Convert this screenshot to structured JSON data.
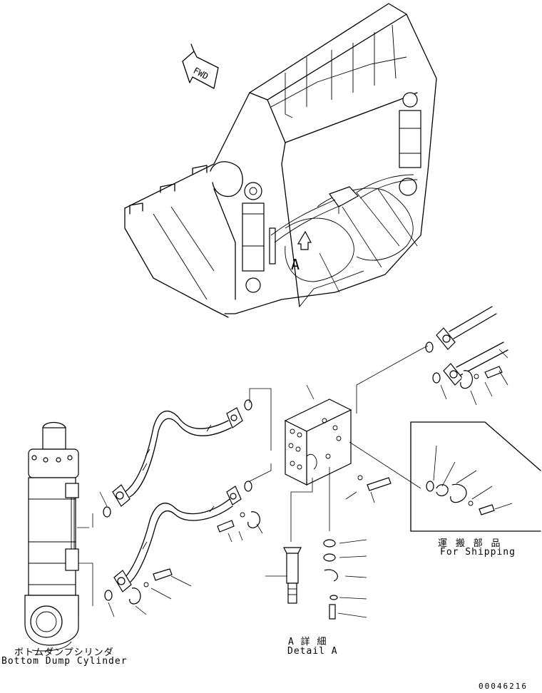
{
  "fwd_label": "FWD",
  "detail_marker": "A",
  "for_shipping": {
    "jp": "運 搬 部 品",
    "en": "For Shipping"
  },
  "detail_a": {
    "jp": "A 詳 細",
    "en": "Detail A"
  },
  "bottom_dump_cylinder": {
    "jp": "ボトムダンプシリンダ",
    "en": "Bottom Dump Cylinder"
  },
  "drawing_number": "00046216"
}
